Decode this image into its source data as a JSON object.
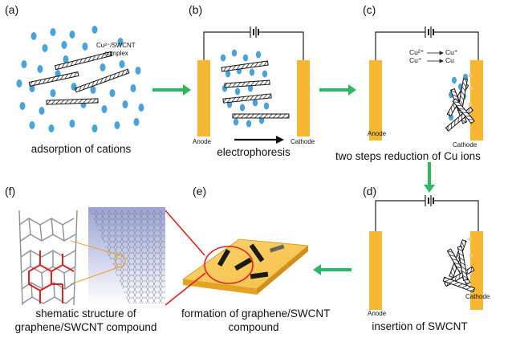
{
  "colors": {
    "electrode": "#F7B731",
    "ion": "#4AA3D8",
    "arrow": "#2EB864",
    "wire": "#222222",
    "graphene_red": "#E02020"
  },
  "panels": {
    "a": {
      "label": "(a)",
      "caption": "adsorption of cations",
      "complex_label_1": "Cu²⁺/SWCNT",
      "complex_label_2": "complex"
    },
    "b": {
      "label": "(b)",
      "caption": "electrophoresis",
      "anode": "Anode",
      "cathode": "Cathode"
    },
    "c": {
      "label": "(c)",
      "caption": "two steps reduction of Cu ions",
      "anode": "Anode",
      "cathode": "Cathode",
      "eq1_left": "Cu²⁺",
      "eq1_right": "Cu⁺",
      "eq2_left": "Cu⁺",
      "eq2_right": "Cu"
    },
    "d": {
      "label": "(d)",
      "caption": "insertion of SWCNT",
      "anode": "Anode",
      "cathode": "Cathode"
    },
    "e": {
      "label": "(e)",
      "caption_1": "formation of graphene/SWCNT",
      "caption_2": "compound"
    },
    "f": {
      "label": "(f)",
      "caption_1": "shematic structure of",
      "caption_2": "graphene/SWCNT compound"
    }
  }
}
